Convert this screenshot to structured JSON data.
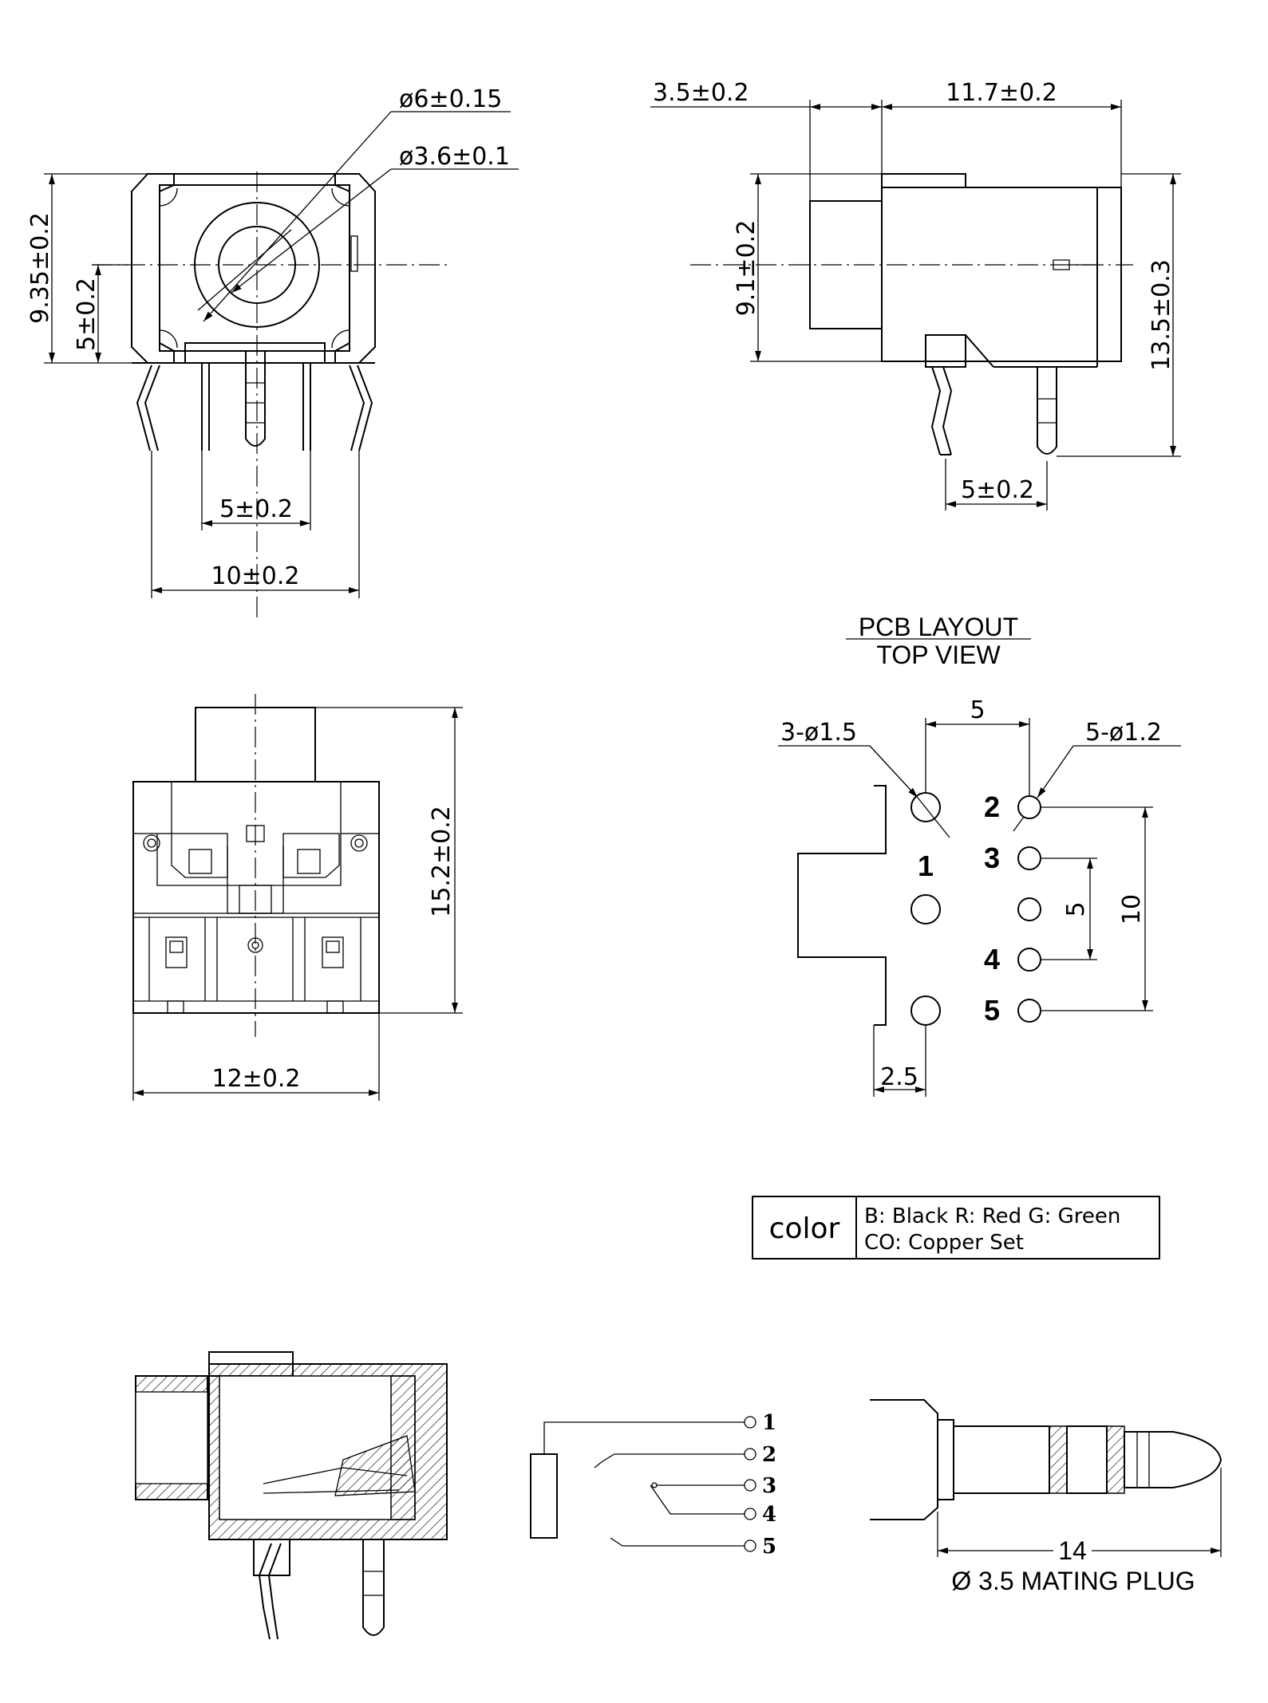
{
  "front_view": {
    "dim_outer_dia": "ø6±0.15",
    "dim_inner_dia": "ø3.6±0.1",
    "dim_height": "9.35±0.2",
    "dim_center_height": "5±0.2",
    "dim_pin_pitch": "5±0.2",
    "dim_width": "10±0.2"
  },
  "side_view": {
    "dim_nose": "3.5±0.2",
    "dim_body": "11.7±0.2",
    "dim_body_height": "9.1±0.2",
    "dim_total_height": "13.5±0.3",
    "dim_pin_pitch": "5±0.2"
  },
  "bottom_view": {
    "dim_length": "15.2±0.2",
    "dim_width": "12±0.2"
  },
  "pcb_layout": {
    "title_line1": "PCB LAYOUT",
    "title_line2": "TOP VIEW",
    "dim_pitch": "5",
    "dim_large_holes": "3-ø1.5",
    "dim_small_holes": "5-ø1.2",
    "dim_pin_span_small": "5",
    "dim_pin_span_large": "10",
    "dim_edge": "2.5",
    "pins": [
      "1",
      "2",
      "3",
      "4",
      "5"
    ]
  },
  "color_legend": {
    "label": "color",
    "line1": "B: Black  R: Red  G: Green",
    "line2": "CO: Copper  Set"
  },
  "schematic": {
    "pins": [
      "1",
      "2",
      "3",
      "4",
      "5"
    ]
  },
  "mating_plug": {
    "dim_length": "14",
    "label": "Ø 3.5 MATING PLUG"
  }
}
